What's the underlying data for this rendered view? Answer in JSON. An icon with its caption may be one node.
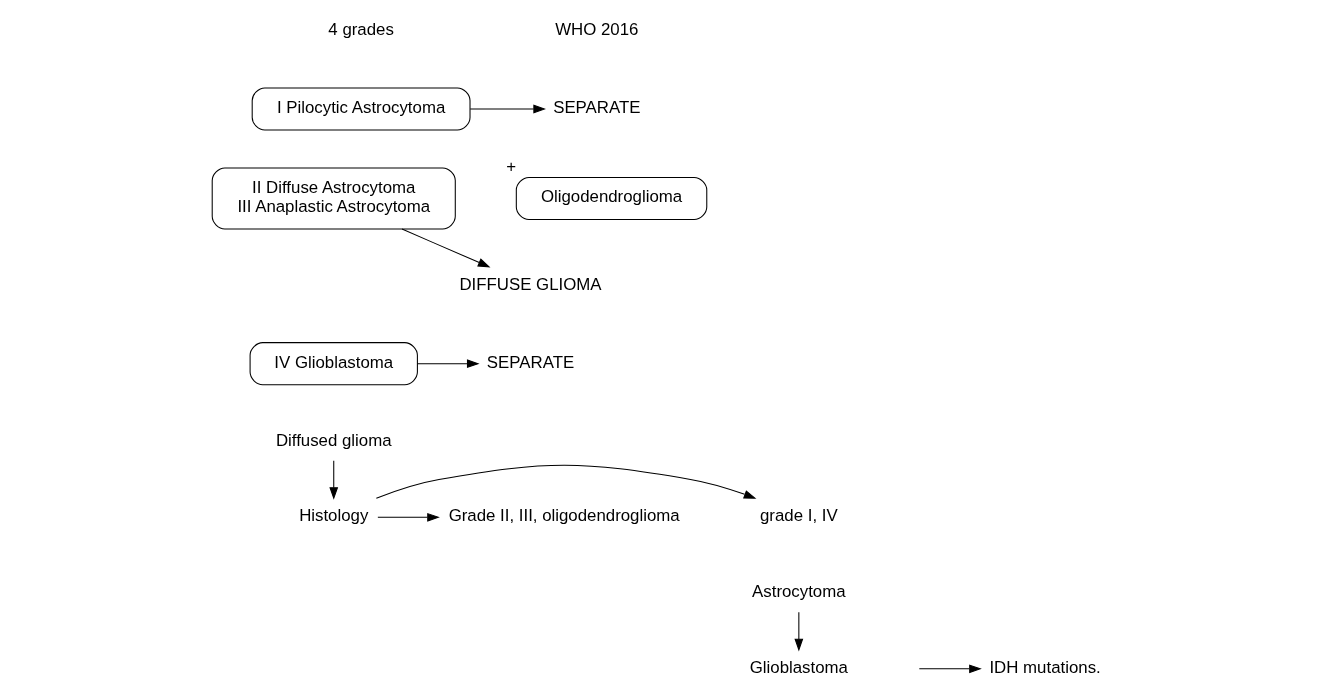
{
  "diagram": {
    "nodes": [
      {
        "text": [
          "I Pilocytic Astrocytoma"
        ]
      },
      {
        "text": [
          "II Diffuse Astrocytoma",
          "III Anaplastic Astrocytoma"
        ]
      },
      {
        "text": [
          "IV Glioblastoma"
        ]
      },
      {
        "text": [
          "SEPARATE"
        ]
      },
      {
        "text": [
          "Oligodendroglioma"
        ],
        "beside": [
          "+"
        ]
      },
      {
        "text": [
          "DIFFUSE GLIOMA"
        ]
      },
      {
        "text": [
          "SEPARATE"
        ]
      },
      {
        "text": [
          "Diffused glioma"
        ]
      },
      {
        "text": [
          "Histology"
        ]
      },
      {
        "text": [
          "grade I, IV"
        ]
      },
      {
        "text": [
          "Grade II, III, oligodendroglioma"
        ]
      },
      {
        "text": [
          "Astrocytoma"
        ]
      },
      {
        "text": [
          "Glioblastoma"
        ]
      },
      {
        "text": [
          "IDH mutations."
        ]
      }
    ],
    "edges": [
      {
        "from": 0,
        "to": 3,
        "arrow": "to"
      },
      {
        "from": 1,
        "to": 5,
        "arrow": "to"
      },
      {
        "from": 2,
        "to": 6,
        "arrow": "to"
      },
      {
        "from": 7,
        "to": 8,
        "arrow": "to"
      },
      {
        "from": 8,
        "to": 9,
        "arrow": "to"
      },
      {
        "from": 8,
        "to": 10,
        "arrow": "to"
      },
      {
        "from": 11,
        "to": 12,
        "arrow": "to"
      },
      {
        "from": null,
        "to": 13,
        "arrow": "to"
      }
    ],
    "labels": [
      "4 grades",
      "WHO 2016"
    ]
  }
}
